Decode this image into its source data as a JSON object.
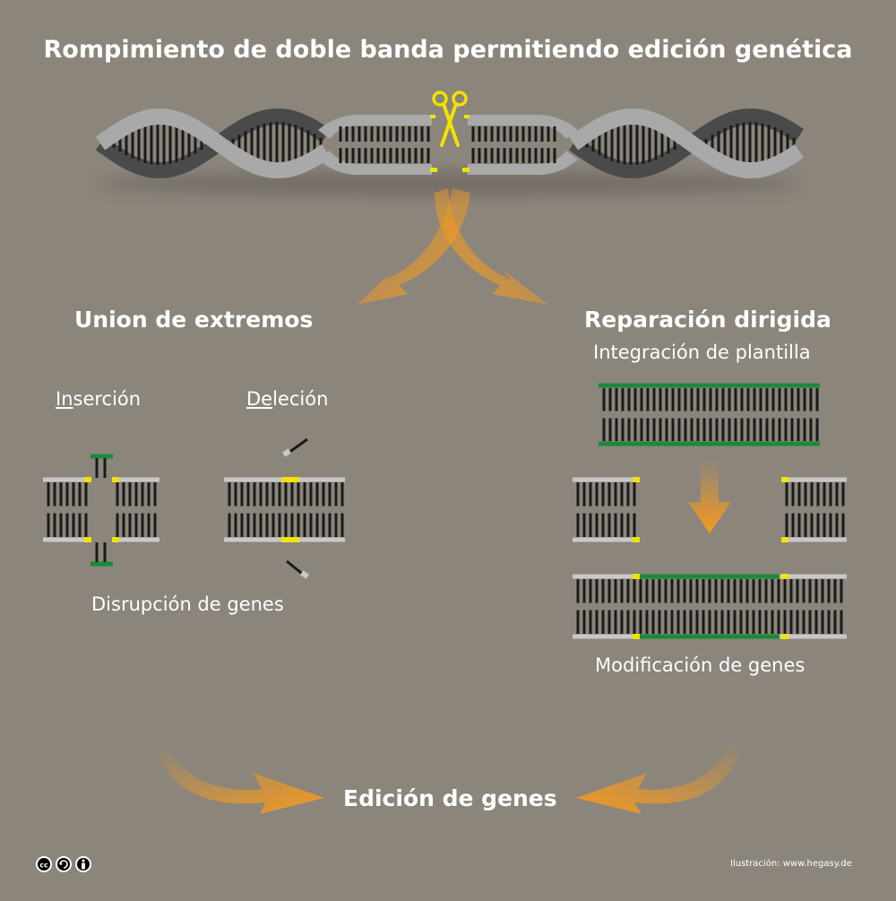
{
  "title": "Rompimiento de doble banda permitiendo edición genética",
  "left": {
    "heading": "Union de extremos",
    "insertion_prefix": "In",
    "insertion_rest": "serción",
    "deletion_prefix": "De",
    "deletion_rest": "leción",
    "caption": "Disrupción de genes"
  },
  "right": {
    "heading": "Reparación dirigida",
    "template_label": "Integración de plantilla",
    "caption": "Modificación de genes"
  },
  "result": "Edición de genes",
  "credit": "Ilustración: www.hegasy.de",
  "license_icons": [
    "cc-icon",
    "by-icon",
    "attribution-person-icon"
  ],
  "colors": {
    "background": "#8b857c",
    "backbone": "#c8c8c8",
    "rung": "#1a1a1a",
    "cut_site": "#f2e200",
    "template": "#1a8a3a",
    "arrow": "#f39a20",
    "scissors": "#f2e200"
  }
}
